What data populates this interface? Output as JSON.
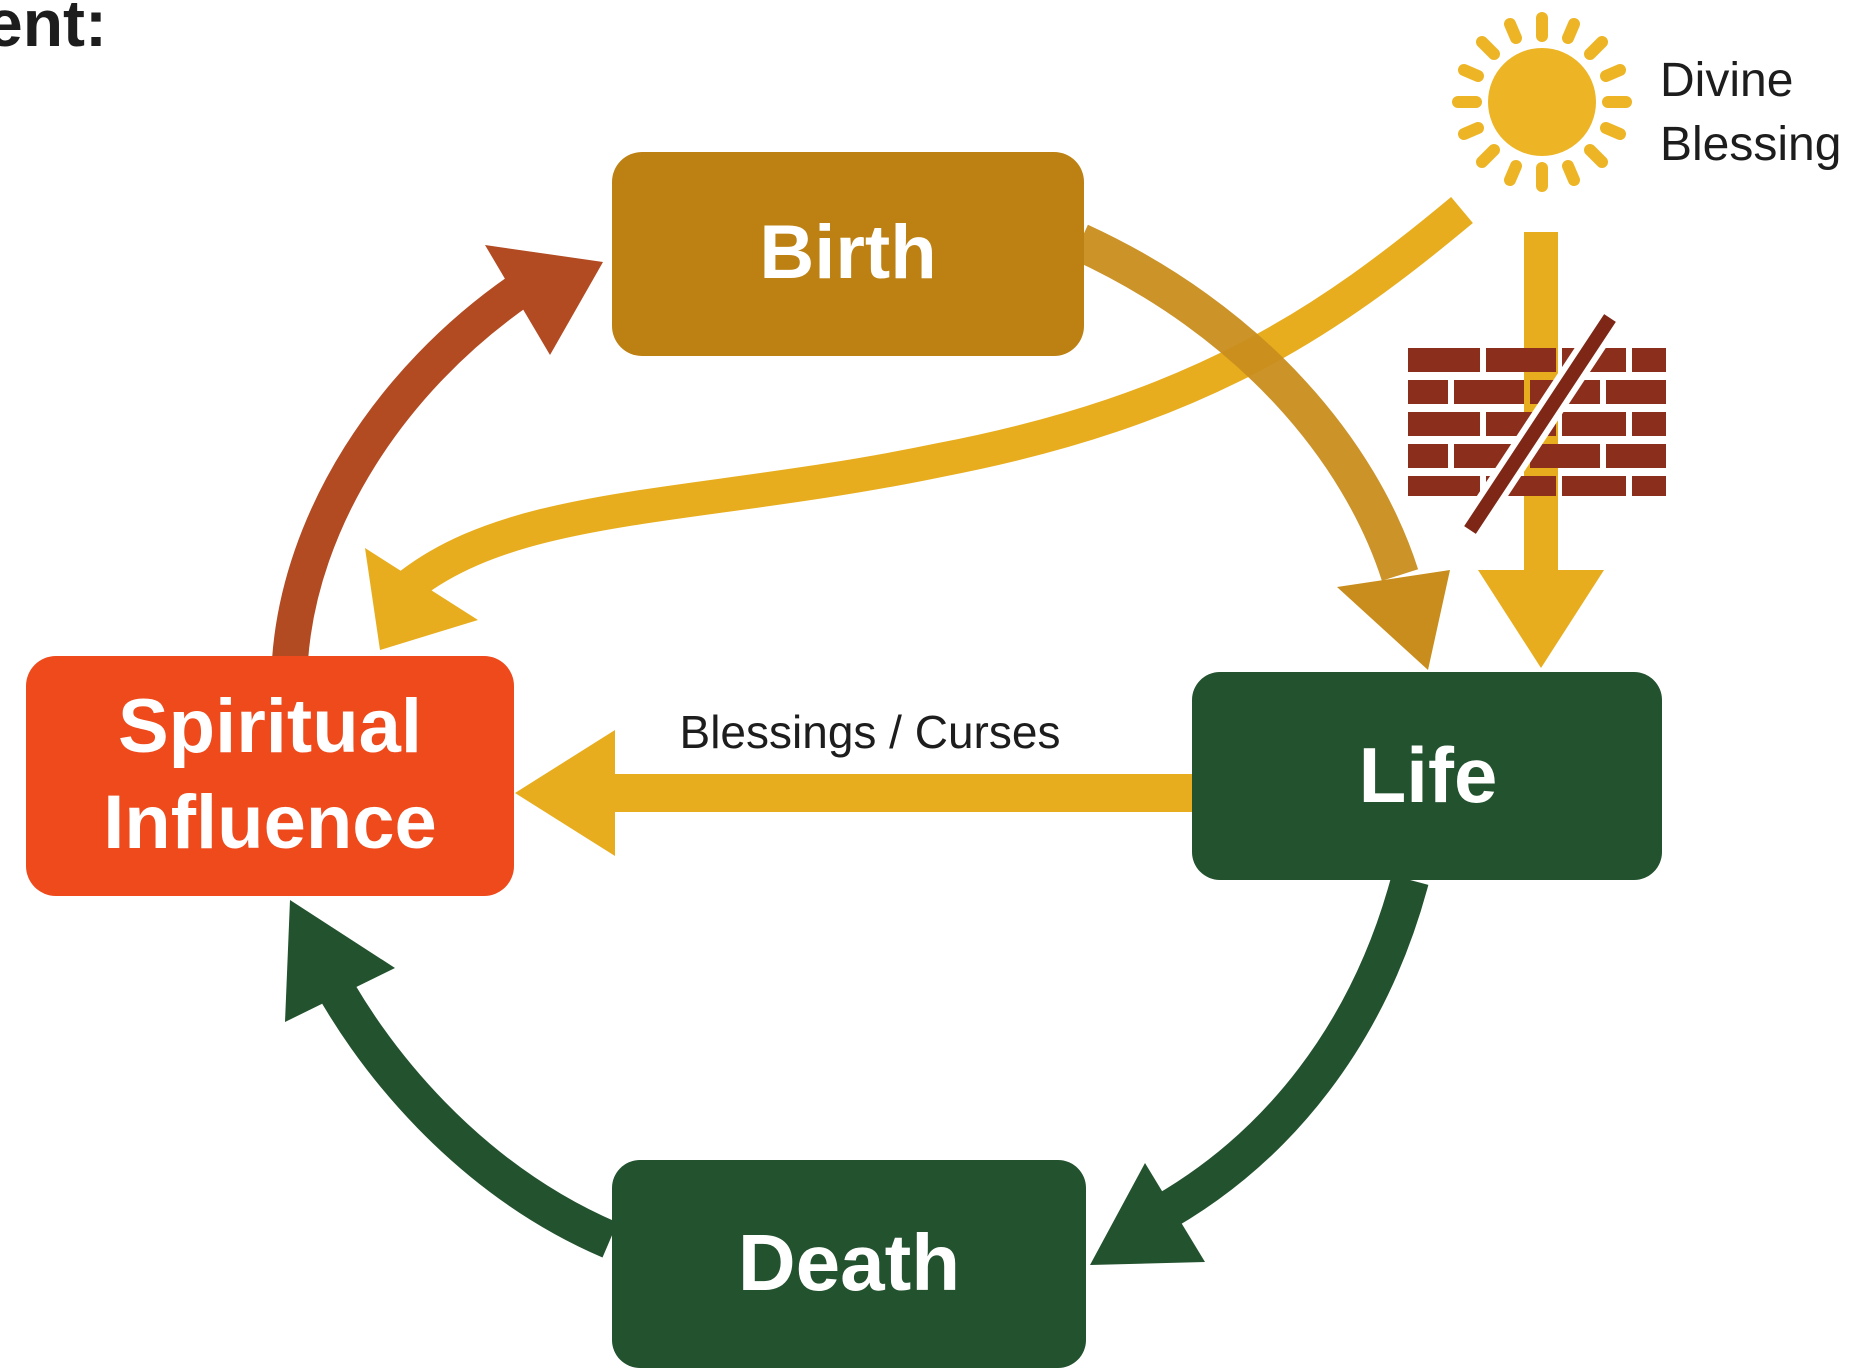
{
  "header": {
    "title_fragment": "ent:"
  },
  "nodes": {
    "birth": {
      "label": "Birth",
      "color": "#bd8013"
    },
    "life": {
      "label": "Life",
      "color": "#23522f"
    },
    "death": {
      "label": "Death",
      "color": "#23522f"
    },
    "spiritual": {
      "line1": "Spiritual",
      "line2": "Influence",
      "color": "#ee4a1c"
    }
  },
  "edges": {
    "blessings_curses_label": "Blessings / Curses"
  },
  "divine": {
    "line1": "Divine",
    "line2": "Blessing",
    "sun_color": "#edb526",
    "blocked_icon": "crossed-out-brick-wall-icon",
    "wall_color": "#8c2e1c"
  },
  "colors": {
    "gold_arrow": "#e7ad1e",
    "birth_arrow": "#c98d1d",
    "green_arrow": "#23522f",
    "red_arrow": "#b24a22"
  }
}
